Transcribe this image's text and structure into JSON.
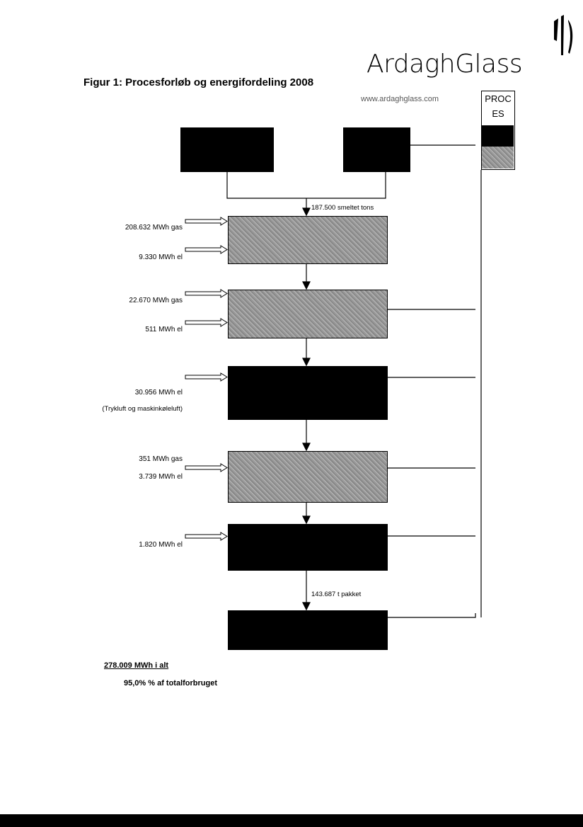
{
  "header": {
    "title": "Figur 1: Procesforløb og energifordeling 2008",
    "logo_text": "ArdaghGlass",
    "url": "www.ardaghglass.com"
  },
  "legend_box": {
    "lines": [
      "PROC",
      "ES"
    ]
  },
  "flow": {
    "melted": "187.500 smeltet tons",
    "packed": "143.687 t pakket",
    "inputs": [
      {
        "value": "208.632",
        "unit": "MWh gas"
      },
      {
        "value": "9.330",
        "unit": "MWh  el"
      },
      {
        "value": "22.670",
        "unit": "MWh gas"
      },
      {
        "value": "511",
        "unit": "MWh  el"
      },
      {
        "value": "30.956",
        "unit": "MWh  el"
      },
      {
        "value": "351",
        "unit": "MWh gas"
      },
      {
        "value": "3.739",
        "unit": "MWh  el"
      },
      {
        "value": "1.820",
        "unit": "MWh  el"
      }
    ],
    "note": "(Trykluft og maskinkøleluft)"
  },
  "summary": {
    "total": "278.009 MWh i alt",
    "share": "95,0% % af totalforbruget"
  }
}
